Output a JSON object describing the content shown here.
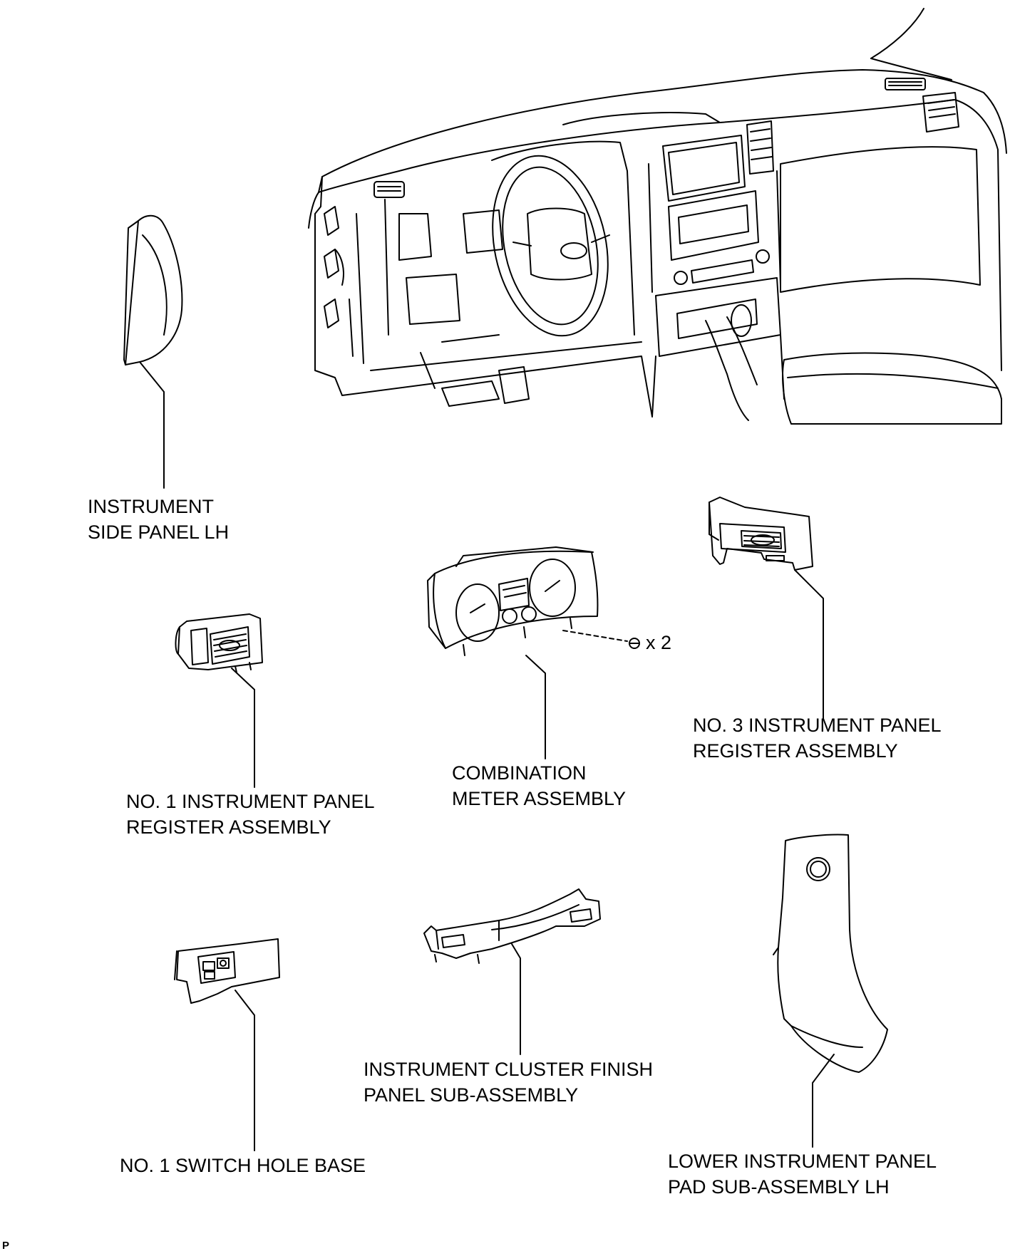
{
  "diagram": {
    "labels": {
      "side_panel": [
        "INSTRUMENT",
        "SIDE PANEL LH"
      ],
      "no1_register": [
        "NO. 1 INSTRUMENT PANEL",
        "REGISTER ASSEMBLY"
      ],
      "combination_meter": [
        "COMBINATION",
        "METER ASSEMBLY"
      ],
      "no3_register": [
        "NO. 3 INSTRUMENT PANEL",
        "REGISTER ASSEMBLY"
      ],
      "switch_hole_base": [
        "NO. 1 SWITCH HOLE BASE"
      ],
      "cluster_finish": [
        "INSTRUMENT CLUSTER FINISH",
        "PANEL SUB-ASSEMBLY"
      ],
      "lower_pad": [
        "LOWER INSTRUMENT PANEL",
        "PAD SUB-ASSEMBLY LH"
      ]
    },
    "screw_quantity": "x 2",
    "corner_code": "P"
  }
}
